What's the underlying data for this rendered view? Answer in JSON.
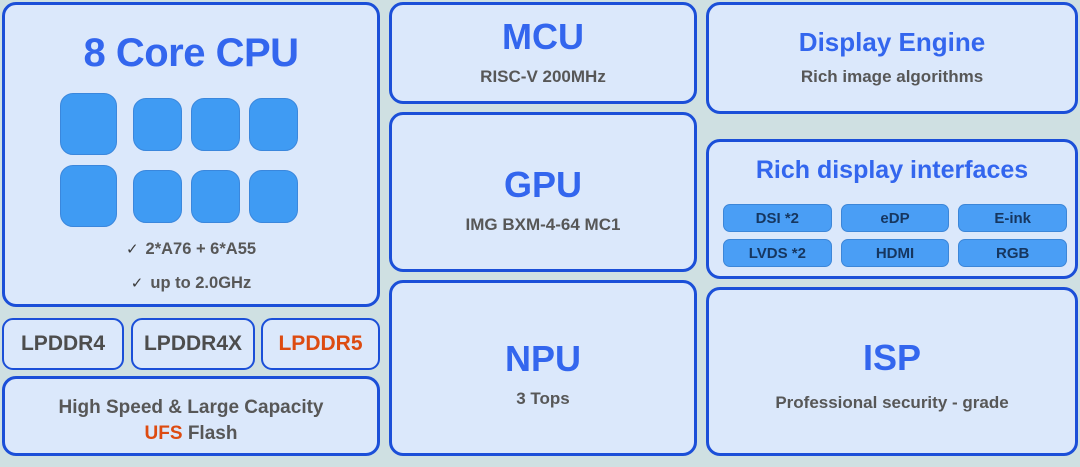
{
  "background_color": "#cfe0e2",
  "colors": {
    "panel_fill": "#dbe8fb",
    "panel_border": "#1b4fd8",
    "heading_blue": "#3366ee",
    "body_gray": "#575757",
    "accent_orange": "#dd4b11",
    "core_blue": "#3f9bf3",
    "chip_blue": "#4a9ef5"
  },
  "cpu": {
    "title": "8 Core CPU",
    "cores": [
      {
        "size": "big"
      },
      {
        "size": "lil"
      },
      {
        "size": "lil"
      },
      {
        "size": "lil"
      },
      {
        "size": "big"
      },
      {
        "size": "lil"
      },
      {
        "size": "lil"
      },
      {
        "size": "lil"
      }
    ],
    "core_count": 8,
    "bullet_marker": "✓",
    "bullets": [
      "2*A76 + 6*A55",
      "up to 2.0GHz"
    ]
  },
  "memory": {
    "chips": [
      {
        "label": "LPDDR4",
        "accent": false
      },
      {
        "label": "LPDDR4X",
        "accent": false
      },
      {
        "label": "LPDDR5",
        "accent": true
      }
    ]
  },
  "flash": {
    "line1": "High Speed & Large Capacity",
    "accent_word": "UFS",
    "line2_rest": " Flash"
  },
  "mcu": {
    "title": "MCU",
    "subtitle": "RISC-V 200MHz"
  },
  "gpu": {
    "title": "GPU",
    "subtitle": "IMG BXM-4-64 MC1"
  },
  "npu": {
    "title": "NPU",
    "subtitle": "3 Tops"
  },
  "display_engine": {
    "title": "Display Engine",
    "subtitle": "Rich image algorithms"
  },
  "display_interfaces": {
    "title": "Rich display interfaces",
    "chips": [
      "DSI *2",
      "eDP",
      "E-ink",
      "LVDS *2",
      "HDMI",
      "RGB"
    ]
  },
  "isp": {
    "title": "ISP",
    "subtitle": "Professional security - grade"
  }
}
